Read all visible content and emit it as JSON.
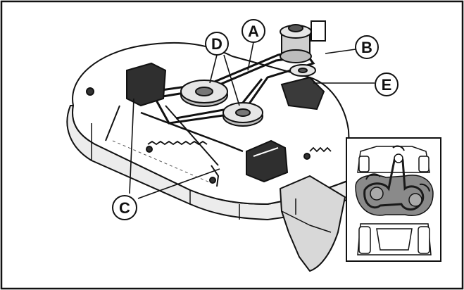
{
  "figure": {
    "callouts": [
      {
        "id": "A",
        "text": "A"
      },
      {
        "id": "B",
        "text": "B"
      },
      {
        "id": "C",
        "text": "C"
      },
      {
        "id": "D",
        "text": "D"
      },
      {
        "id": "E",
        "text": "E"
      }
    ],
    "inset": {
      "subject": "belt-routing-view",
      "colors": {
        "deck": "#8a8a8a",
        "belt": "#1a1a1a",
        "frame": "#ffffff"
      }
    },
    "colors": {
      "line": "#111111",
      "deck_fill": "#ffffff",
      "shade": "#cfcfcf",
      "dark": "#2a2a2a"
    }
  }
}
